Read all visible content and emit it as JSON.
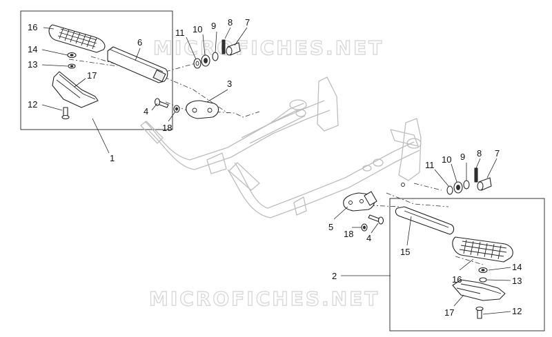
{
  "watermark": "MICROFICHES.NET",
  "callouts": [
    {
      "id": "c16a",
      "text": "16"
    },
    {
      "id": "c14a",
      "text": "14"
    },
    {
      "id": "c13a",
      "text": "13"
    },
    {
      "id": "c17a",
      "text": "17"
    },
    {
      "id": "c12a",
      "text": "12"
    },
    {
      "id": "c6",
      "text": "6"
    },
    {
      "id": "c1",
      "text": "1"
    },
    {
      "id": "c11a",
      "text": "11"
    },
    {
      "id": "c10a",
      "text": "10"
    },
    {
      "id": "c9a",
      "text": "9"
    },
    {
      "id": "c8a",
      "text": "8"
    },
    {
      "id": "c7a",
      "text": "7"
    },
    {
      "id": "c3",
      "text": "3"
    },
    {
      "id": "c4a",
      "text": "4"
    },
    {
      "id": "c18a",
      "text": "18"
    },
    {
      "id": "c11b",
      "text": "11"
    },
    {
      "id": "c10b",
      "text": "10"
    },
    {
      "id": "c9b",
      "text": "9"
    },
    {
      "id": "c8b",
      "text": "8"
    },
    {
      "id": "c7b",
      "text": "7"
    },
    {
      "id": "c5",
      "text": "5"
    },
    {
      "id": "c18b",
      "text": "18"
    },
    {
      "id": "c4b",
      "text": "4"
    },
    {
      "id": "c15",
      "text": "15"
    },
    {
      "id": "c2",
      "text": "2"
    },
    {
      "id": "c14b",
      "text": "14"
    },
    {
      "id": "c16b",
      "text": "16"
    },
    {
      "id": "c13b",
      "text": "13"
    },
    {
      "id": "c17b",
      "text": "17"
    },
    {
      "id": "c12b",
      "text": "12"
    }
  ]
}
